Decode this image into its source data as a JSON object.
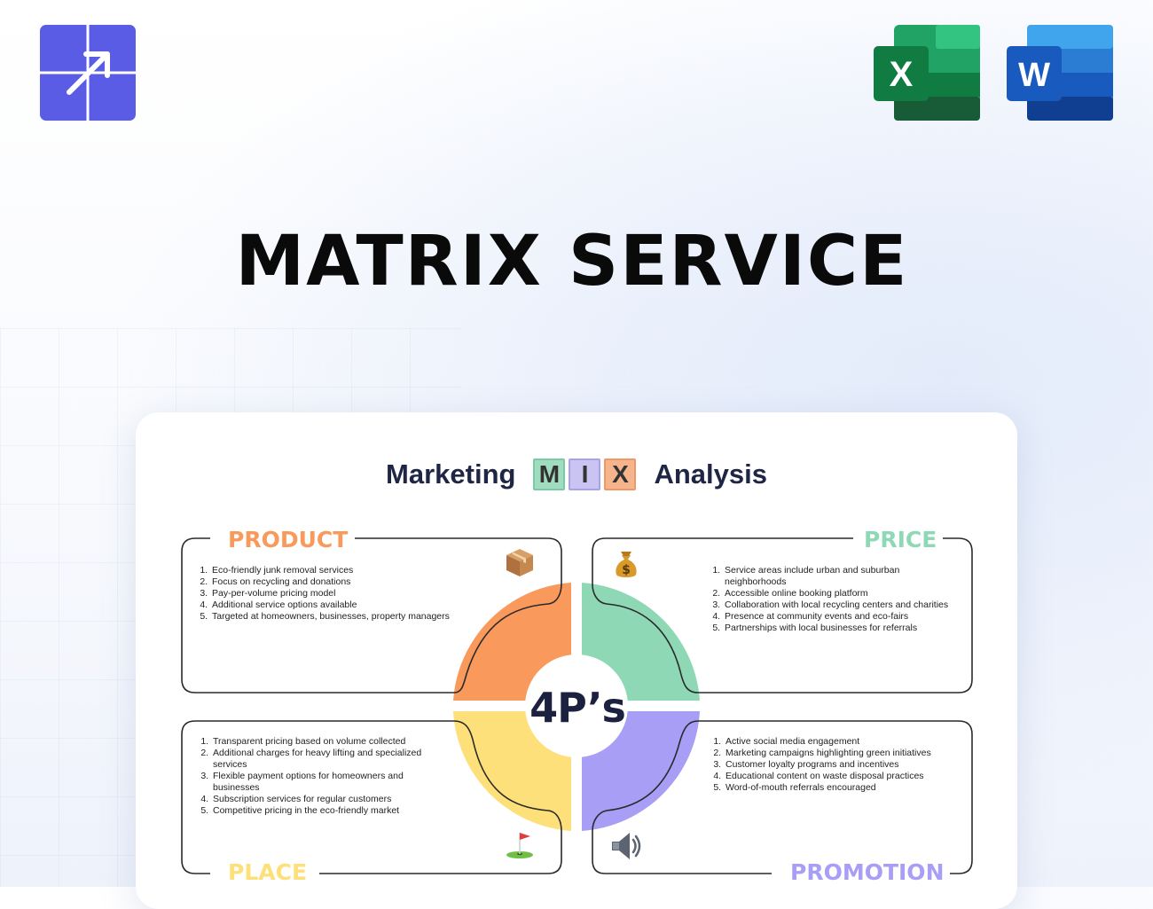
{
  "title": "MATRIX SERVICE",
  "icons": {
    "brand": "arrow-up-right-grid-icon",
    "excel": "microsoft-excel-icon",
    "word": "microsoft-word-icon"
  },
  "excel_letter": "X",
  "word_letter": "W",
  "header": {
    "left": "Marketing",
    "mix": [
      "M",
      "I",
      "X"
    ],
    "right": "Analysis"
  },
  "center_label": "4P’s",
  "quadrants": {
    "product": {
      "title": "PRODUCT",
      "color": "#f99a5c",
      "icon": "package-icon",
      "items": [
        "Eco-friendly junk removal services",
        "Focus on recycling and donations",
        "Pay-per-volume pricing model",
        "Additional service options available",
        "Targeted at homeowners, businesses, property managers"
      ]
    },
    "price": {
      "title": "PRICE",
      "color": "#8fd8b6",
      "icon": "money-bag-icon",
      "items": [
        "Service areas include urban and suburban neighborhoods",
        "Accessible online booking platform",
        "Collaboration with local recycling centers and charities",
        "Presence at community events and eco-fairs",
        "Partnerships with local businesses for referrals"
      ]
    },
    "place": {
      "title": "PLACE",
      "color": "#fde07a",
      "icon": "golf-flag-icon",
      "items": [
        "Transparent pricing based on volume collected",
        "Additional charges for heavy lifting and specialized services",
        "Flexible payment options for homeowners and businesses",
        "Subscription services for regular customers",
        "Competitive pricing in the eco-friendly market"
      ]
    },
    "promotion": {
      "title": "PROMOTION",
      "color": "#a89ef5",
      "icon": "speaker-icon",
      "items": [
        "Active social media engagement",
        "Marketing campaigns highlighting green initiatives",
        "Customer loyalty programs and incentives",
        "Educational content on waste disposal practices",
        "Word-of-mouth referrals encouraged"
      ]
    }
  }
}
